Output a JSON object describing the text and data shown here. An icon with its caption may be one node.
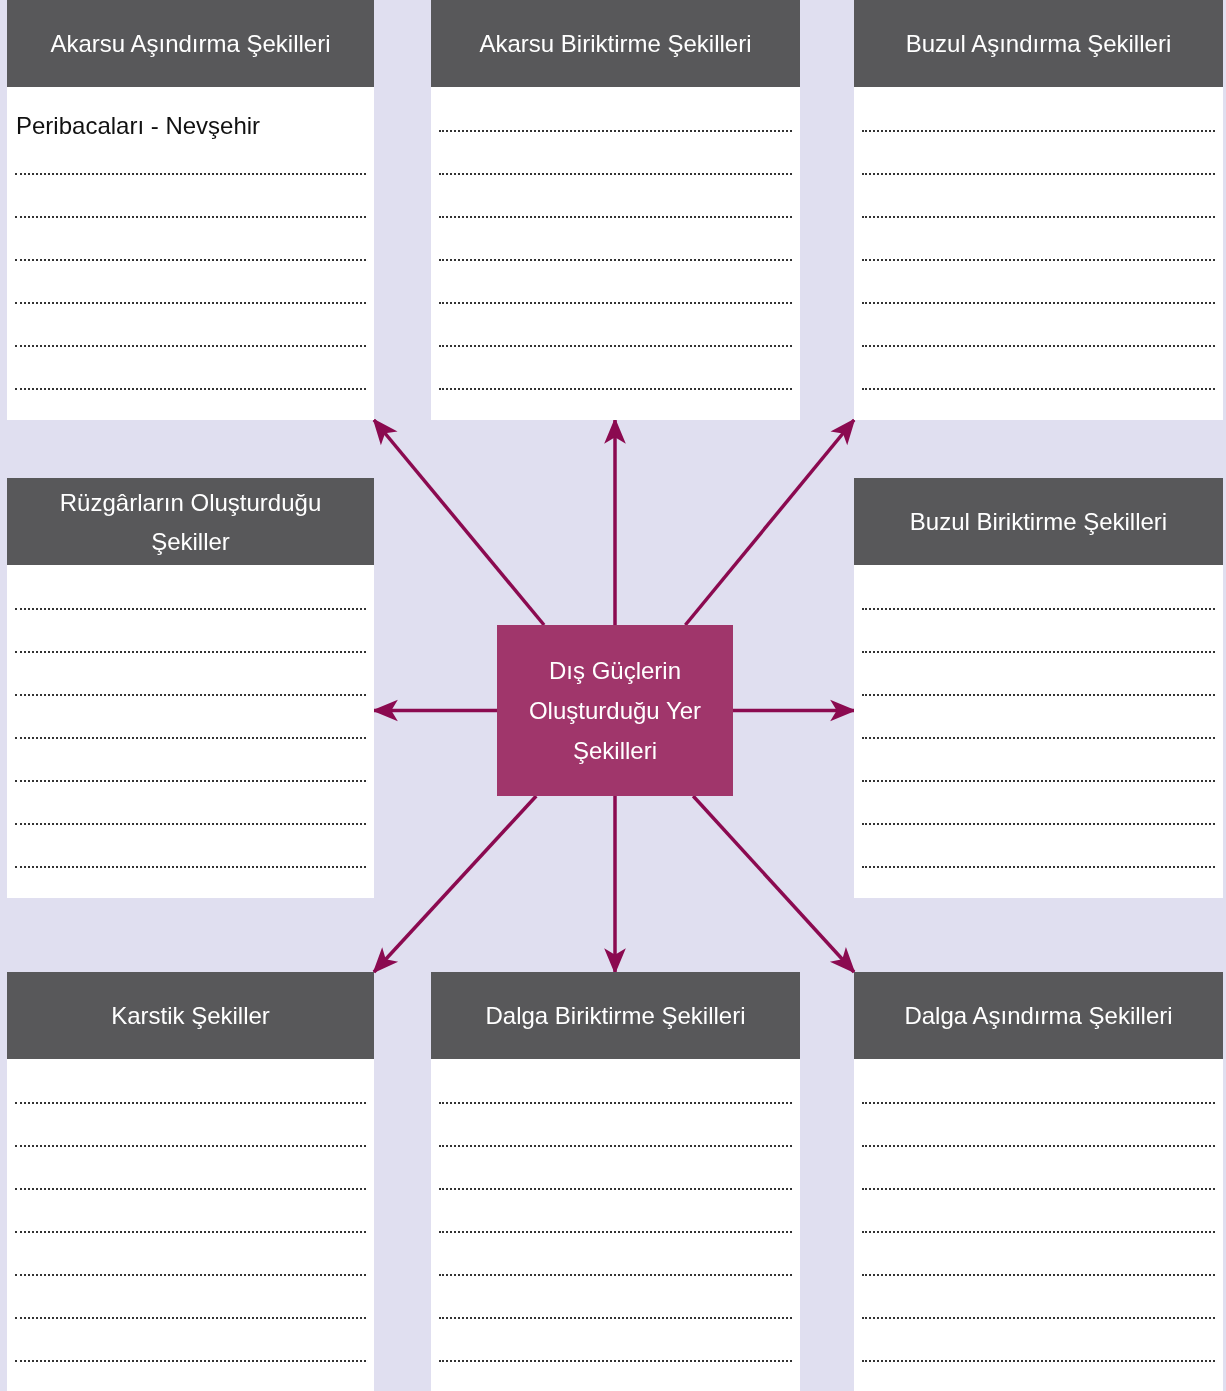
{
  "diagram": {
    "nodes": [
      {
        "text": [
          "Akarsu Aşındırma Şekilleri",
          "Peribacaları - Nevşehir"
        ]
      },
      {
        "text": [
          "Akarsu Biriktirme Şekilleri"
        ]
      },
      {
        "text": [
          "Buzul Aşındırma Şekilleri"
        ]
      },
      {
        "text": [
          "Rüzgârların Oluşturduğu Şekiller"
        ]
      },
      {
        "text": [
          "Dış Güçlerin Oluşturduğu Yer Şekilleri"
        ]
      },
      {
        "text": [
          "Buzul Biriktirme Şekilleri"
        ]
      },
      {
        "text": [
          "Karstik Şekiller"
        ]
      },
      {
        "text": [
          "Dalga Biriktirme Şekilleri"
        ]
      },
      {
        "text": [
          "Dalga Aşındırma Şekilleri"
        ]
      }
    ],
    "edges": [
      {
        "from": 4,
        "to": 0,
        "arrow": "to"
      },
      {
        "from": 4,
        "to": 1,
        "arrow": "to"
      },
      {
        "from": 4,
        "to": 2,
        "arrow": "to"
      },
      {
        "from": 4,
        "to": 3,
        "arrow": "to"
      },
      {
        "from": 4,
        "to": 5,
        "arrow": "to"
      },
      {
        "from": 4,
        "to": 6,
        "arrow": "to"
      },
      {
        "from": 4,
        "to": 7,
        "arrow": "to"
      },
      {
        "from": 4,
        "to": 8,
        "arrow": "to"
      }
    ]
  }
}
